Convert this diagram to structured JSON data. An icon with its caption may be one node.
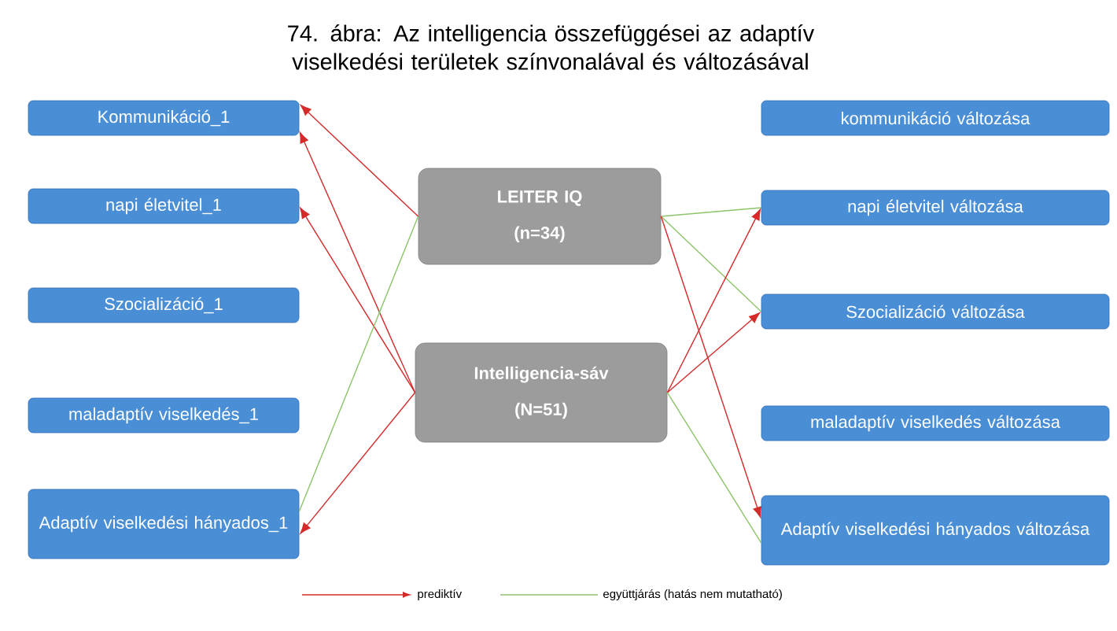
{
  "diagram": {
    "title": "74. ábra: Az intelligencia összefüggései az adaptív viselkedési területek színvonalával és változásával",
    "nodes": [
      {
        "text": [
          "Kommunikáció_1"
        ]
      },
      {
        "text": [
          "napi életvitel_1"
        ]
      },
      {
        "text": [
          "Szocializáció_1"
        ]
      },
      {
        "text": [
          "maladaptív viselkedés_1"
        ]
      },
      {
        "text": [
          "Adaptív viselkedési hányados_1"
        ]
      },
      {
        "text": [
          "LEITER IQ",
          "(n=34)"
        ]
      },
      {
        "text": [
          "Intelligencia-sáv",
          "(N=51)"
        ]
      },
      {
        "text": [
          "kommunikáció változása"
        ]
      },
      {
        "text": [
          "napi életvitel változása"
        ]
      },
      {
        "text": [
          "Szocializáció változása"
        ]
      },
      {
        "text": [
          "maladaptív viselkedés változása"
        ]
      },
      {
        "text": [
          "Adaptív viselkedési hányados változása"
        ]
      }
    ],
    "edges": [
      {
        "from": 5,
        "to": 0,
        "arrow": "to"
      },
      {
        "from": 6,
        "to": 0,
        "arrow": "to"
      },
      {
        "from": 6,
        "to": 1,
        "arrow": "to"
      },
      {
        "from": 5,
        "to": 4,
        "arrow": "none",
        "color": "#8cc46a"
      },
      {
        "from": 6,
        "to": 4,
        "arrow": "to"
      },
      {
        "from": 5,
        "to": 8,
        "arrow": "none",
        "color": "#8cc46a"
      },
      {
        "from": 5,
        "to": 9,
        "arrow": "none",
        "color": "#8cc46a"
      },
      {
        "from": 5,
        "to": 11,
        "arrow": "to"
      },
      {
        "from": 6,
        "to": 8,
        "arrow": "to"
      },
      {
        "from": 6,
        "to": 9,
        "arrow": "to"
      },
      {
        "from": 6,
        "to": 11,
        "arrow": "none",
        "color": "#8cc46a"
      }
    ],
    "legend": [
      {
        "text": "prediktív"
      },
      {
        "text": "együttjárás (hatás nem mutatható)"
      }
    ]
  }
}
